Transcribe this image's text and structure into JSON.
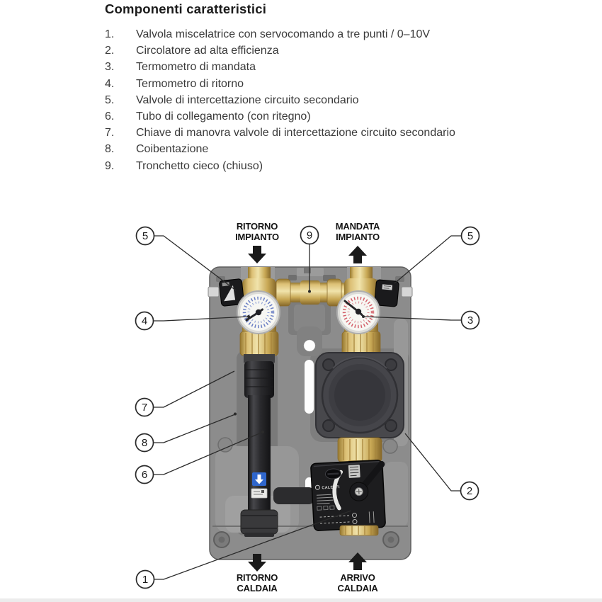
{
  "header": {
    "title": "Componenti caratteristici"
  },
  "components": [
    {
      "num": "1.",
      "text": "Valvola miscelatrice con servocomando a tre punti / 0–10V"
    },
    {
      "num": "2.",
      "text": "Circolatore ad alta efficienza"
    },
    {
      "num": "3.",
      "text": "Termometro di mandata"
    },
    {
      "num": "4.",
      "text": "Termometro di ritorno"
    },
    {
      "num": "5.",
      "text": "Valvole di intercettazione circuito secondario"
    },
    {
      "num": "6.",
      "text": "Tubo di collegamento (con ritegno)"
    },
    {
      "num": "7.",
      "text": "Chiave di manovra valvole di intercettazione circuito secondario"
    },
    {
      "num": "8.",
      "text": "Coibentazione"
    },
    {
      "num": "9.",
      "text": "Tronchetto cieco (chiuso)"
    }
  ],
  "diagram": {
    "port_labels": {
      "top_left_1": "RITORNO",
      "top_left_2": "IMPIANTO",
      "top_right_1": "MANDATA",
      "top_right_2": "IMPIANTO",
      "bottom_left_1": "RITORNO",
      "bottom_left_2": "CALDAIA",
      "bottom_right_1": "ARRIVO",
      "bottom_right_2": "CALDAIA"
    },
    "callouts": {
      "c5l": "5",
      "c9": "9",
      "c5r": "5",
      "c4": "4",
      "c3": "3",
      "c7": "7",
      "c8": "8",
      "c6": "6",
      "c2": "2",
      "c1": "1"
    },
    "device_brand": "CALEFFI",
    "colors": {
      "panel_gray": "#8c8c8c",
      "brass": "#d3b467",
      "cold_dial_ticks": "#6b7fc4",
      "hot_dial_ticks": "#d4606a",
      "flow_sticker_blue": "#2f66cc"
    }
  }
}
